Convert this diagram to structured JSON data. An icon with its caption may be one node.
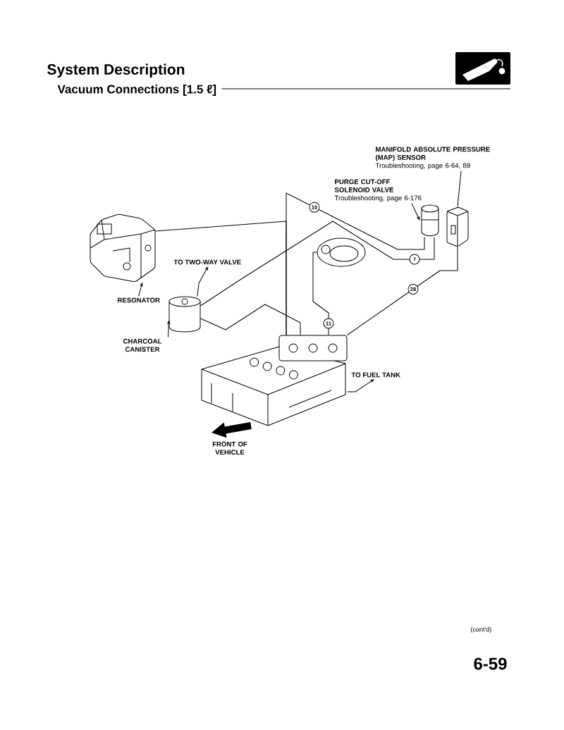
{
  "diagram": {
    "title": "System Description",
    "nodes": [
      {
        "text": [
          "MANIFOLD ABSOLUTE PRESSURE (MAP) SENSOR",
          "Troubleshooting, page 6-64, 89"
        ]
      },
      {
        "text": [
          "PURGE CUT-OFF SOLENOID VALVE",
          "Troubleshooting, page 6-176"
        ]
      },
      {
        "text": [
          "TO TWO-WAY VALVE"
        ]
      },
      {
        "text": [
          "RESONATOR"
        ]
      },
      {
        "text": [
          "CHARCOAL CANISTER"
        ]
      },
      {
        "text": [
          "TO FUEL TANK"
        ]
      },
      {
        "text": [],
        "shape": "picture"
      },
      {
        "text": [],
        "shape": "picture"
      },
      {
        "text": [],
        "shape": "picture"
      },
      {
        "text": [],
        "shape": "picture"
      },
      {
        "text": [],
        "shape": "picture"
      },
      {
        "text": [],
        "shape": "picture"
      }
    ],
    "edges": [
      {
        "from": 3,
        "to": 6,
        "arrow": "to"
      },
      {
        "from": 4,
        "to": 7,
        "arrow": "to"
      },
      {
        "from": 0,
        "to": 9,
        "arrow": "none"
      },
      {
        "from": 1,
        "to": 8,
        "arrow": "to"
      },
      {
        "from": 6,
        "to": 10,
        "arrow": "none"
      },
      {
        "from": 10,
        "to": 8,
        "arrow": "none",
        "label": "10"
      },
      {
        "from": 7,
        "to": 8,
        "arrow": "none",
        "label": "7"
      },
      {
        "from": 7,
        "to": 10,
        "arrow": "none"
      },
      {
        "from": 11,
        "to": 10,
        "arrow": "none",
        "label": "11"
      },
      {
        "from": 9,
        "to": 10,
        "arrow": "none",
        "label": "28"
      },
      {
        "from": 7,
        "to": 2,
        "arrow": "to"
      },
      {
        "from": 10,
        "to": 5,
        "arrow": "to"
      }
    ],
    "labels": [
      "Vacuum Connections [1.5 ℓ]",
      "FRONT OF VEHICLE",
      "(cont'd)",
      "6-59"
    ]
  }
}
